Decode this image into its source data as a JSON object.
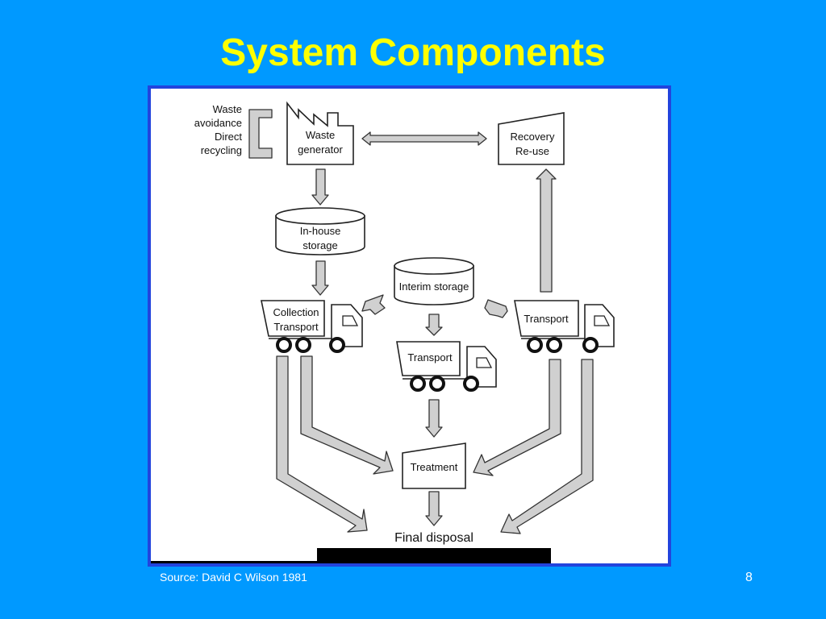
{
  "slide": {
    "title": "System Components",
    "source": "Source: David C Wilson 1981",
    "page_number": "8"
  },
  "diagram": {
    "waste_avoidance": [
      "Waste",
      "avoidance",
      "Direct",
      "recycling"
    ],
    "waste_generator": [
      "Waste",
      "generator"
    ],
    "recovery": [
      "Recovery",
      "Re-use"
    ],
    "inhouse_storage": [
      "In-house",
      "storage"
    ],
    "interim_storage": "Interim storage",
    "collection_transport": [
      "Collection",
      "Transport"
    ],
    "transport_right": "Transport",
    "transport_center": "Transport",
    "treatment": "Treatment",
    "final_disposal": "Final disposal"
  }
}
